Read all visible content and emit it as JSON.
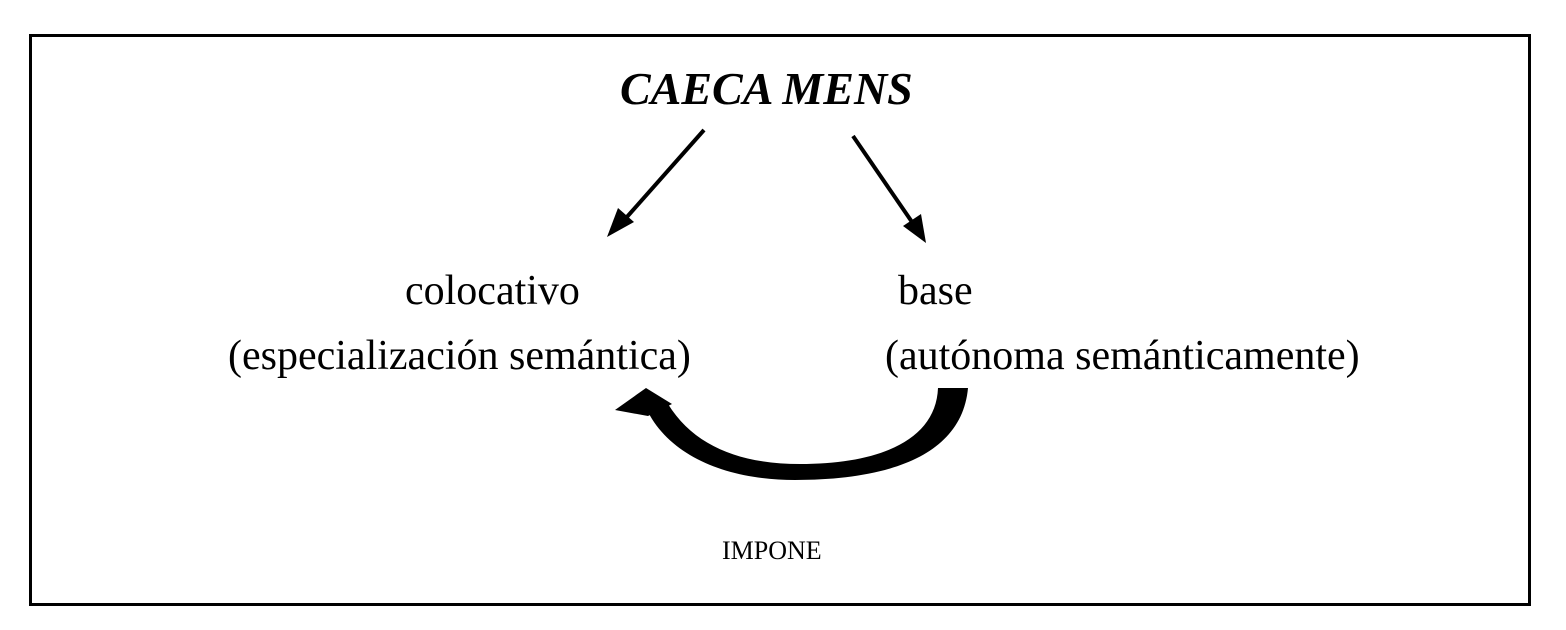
{
  "diagram": {
    "title": "CAECA MENS",
    "left_node": {
      "line1": "colocativo",
      "line2": "(especialización semántica)"
    },
    "right_node": {
      "line1": "base",
      "line2": "(autónoma semánticamente)"
    },
    "relation_label": "IMPONE"
  }
}
